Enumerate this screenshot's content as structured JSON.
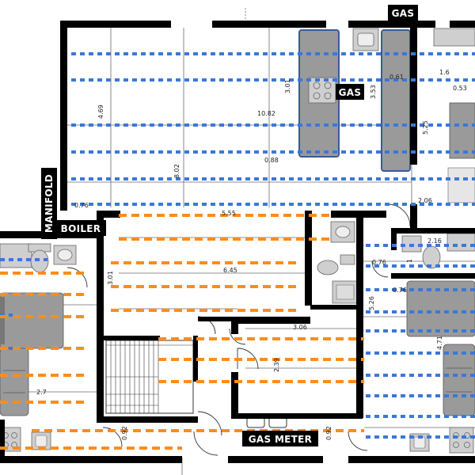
{
  "labels": {
    "gas_top": "GAS",
    "gas_kitchen": "GAS",
    "manifold": "MANIFOLD",
    "boiler": "BOILER",
    "gas_meter": "GAS METER"
  },
  "dimensions": [
    "1.6",
    "0.53",
    "0.61",
    "10.82",
    "3.01",
    "3.53",
    "4.69",
    "5.25",
    "0.88",
    "8.02",
    "0.76",
    "2.06",
    "5.55",
    "6.45",
    "3.01",
    "2.16",
    "0.76",
    "1",
    "0.76",
    "5.26",
    "3.06",
    "2.39",
    "4.71",
    "2.7",
    "0.92",
    "0.92"
  ],
  "colors": {
    "wall": "#000000",
    "blue_circuit": "#3b78d8",
    "orange_circuit": "#ff8c1a",
    "fixture": "#9a9a9a",
    "counter_outline": "#3a5a9a"
  }
}
